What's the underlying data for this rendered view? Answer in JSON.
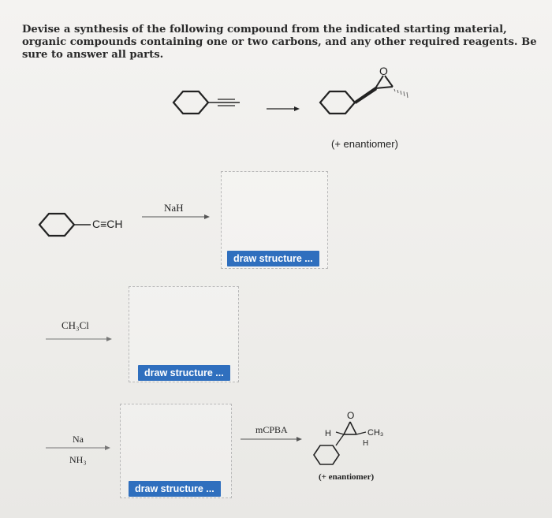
{
  "question": {
    "text": "Devise a synthesis of the following compound from the indicated starting material, organic compounds containing one or two carbons, and any other required reagents. Be sure to answer all parts."
  },
  "target": {
    "enantiomer_note": "(+ enantiomer)",
    "oxygen_label": "O"
  },
  "start_material": {
    "alkyne_label": "C≡CH"
  },
  "steps": [
    {
      "reagent_top": "NaH",
      "reagent_bottom": "",
      "button_label": "draw structure ..."
    },
    {
      "reagent_top": "CH₃Cl",
      "reagent_bottom": "",
      "button_label": "draw structure ..."
    },
    {
      "reagent_top": "Na",
      "reagent_bottom": "NH₃",
      "button_label": "draw structure ..."
    }
  ],
  "final_step": {
    "reagent": "mCPBA",
    "product_labels": {
      "o": "O",
      "h_left": "H",
      "ch3": "CH₃",
      "h_bottom": "H"
    },
    "enantiomer_note": "(+ enantiomer)"
  }
}
